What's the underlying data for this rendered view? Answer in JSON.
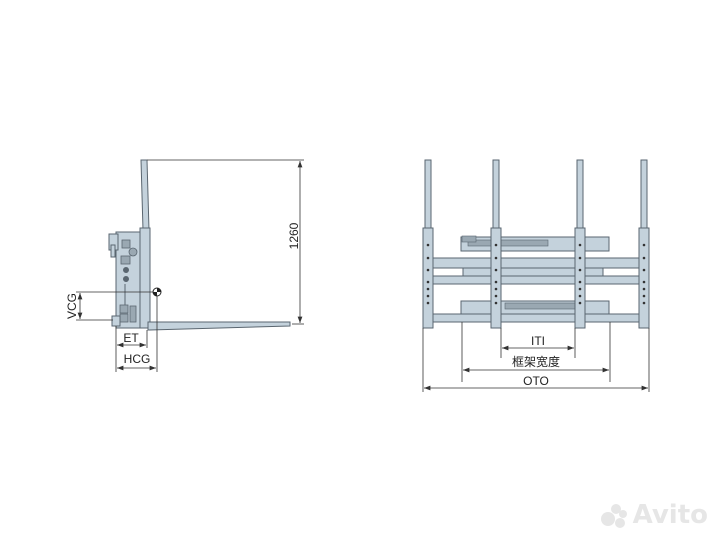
{
  "side_view": {
    "labels": {
      "height": "1260",
      "vcg": "VCG",
      "et": "ET",
      "hcg": "HCG"
    }
  },
  "front_view": {
    "labels": {
      "iti": "ITI",
      "frame_width": "框架宽度",
      "oto": "OTO"
    }
  },
  "colors": {
    "part_fill": "#c4d2dc",
    "part_stroke": "#5a6670",
    "dim_line": "#333333"
  },
  "watermark": {
    "text": "Avito"
  }
}
